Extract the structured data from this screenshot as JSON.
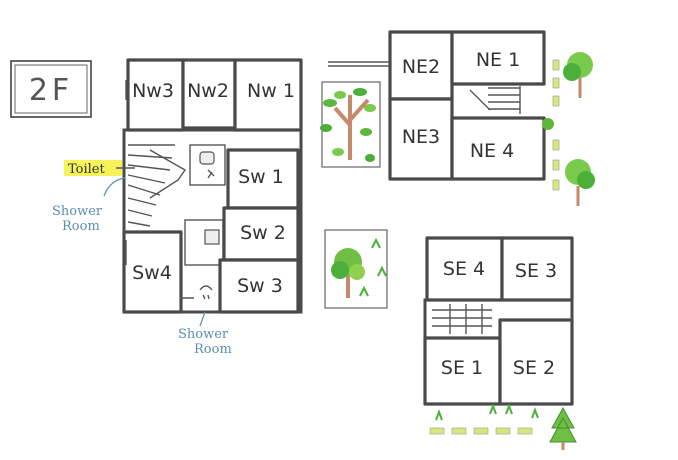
{
  "floor": {
    "label": "2F"
  },
  "rooms": {
    "nw3": "Nw3",
    "nw2": "Nw2",
    "nw1": "Nw 1",
    "sw1": "Sw 1",
    "sw2": "Sw 2",
    "sw3": "Sw 3",
    "sw4": "Sw4",
    "ne2": "NE2",
    "ne1": "NE 1",
    "ne3": "NE3",
    "ne4": "NE 4",
    "se4": "SE 4",
    "se3": "SE 3",
    "se1": "SE 1",
    "se2": "SE 2"
  },
  "annotations": {
    "toilet": "Toilet",
    "shower1_line1": "Shower",
    "shower1_line2": "Room",
    "shower2_line1": "Shower",
    "shower2_line2": "Room"
  },
  "colors": {
    "wall": "#4a4a4a",
    "toilet_highlight": "#f4f03c",
    "annotation_blue": "#5b8fb0",
    "tree_green": "#4caf3a",
    "leaf_light": "#8ed14f",
    "trunk": "#c58a6a",
    "stepping_stone": "#d8e87a"
  }
}
